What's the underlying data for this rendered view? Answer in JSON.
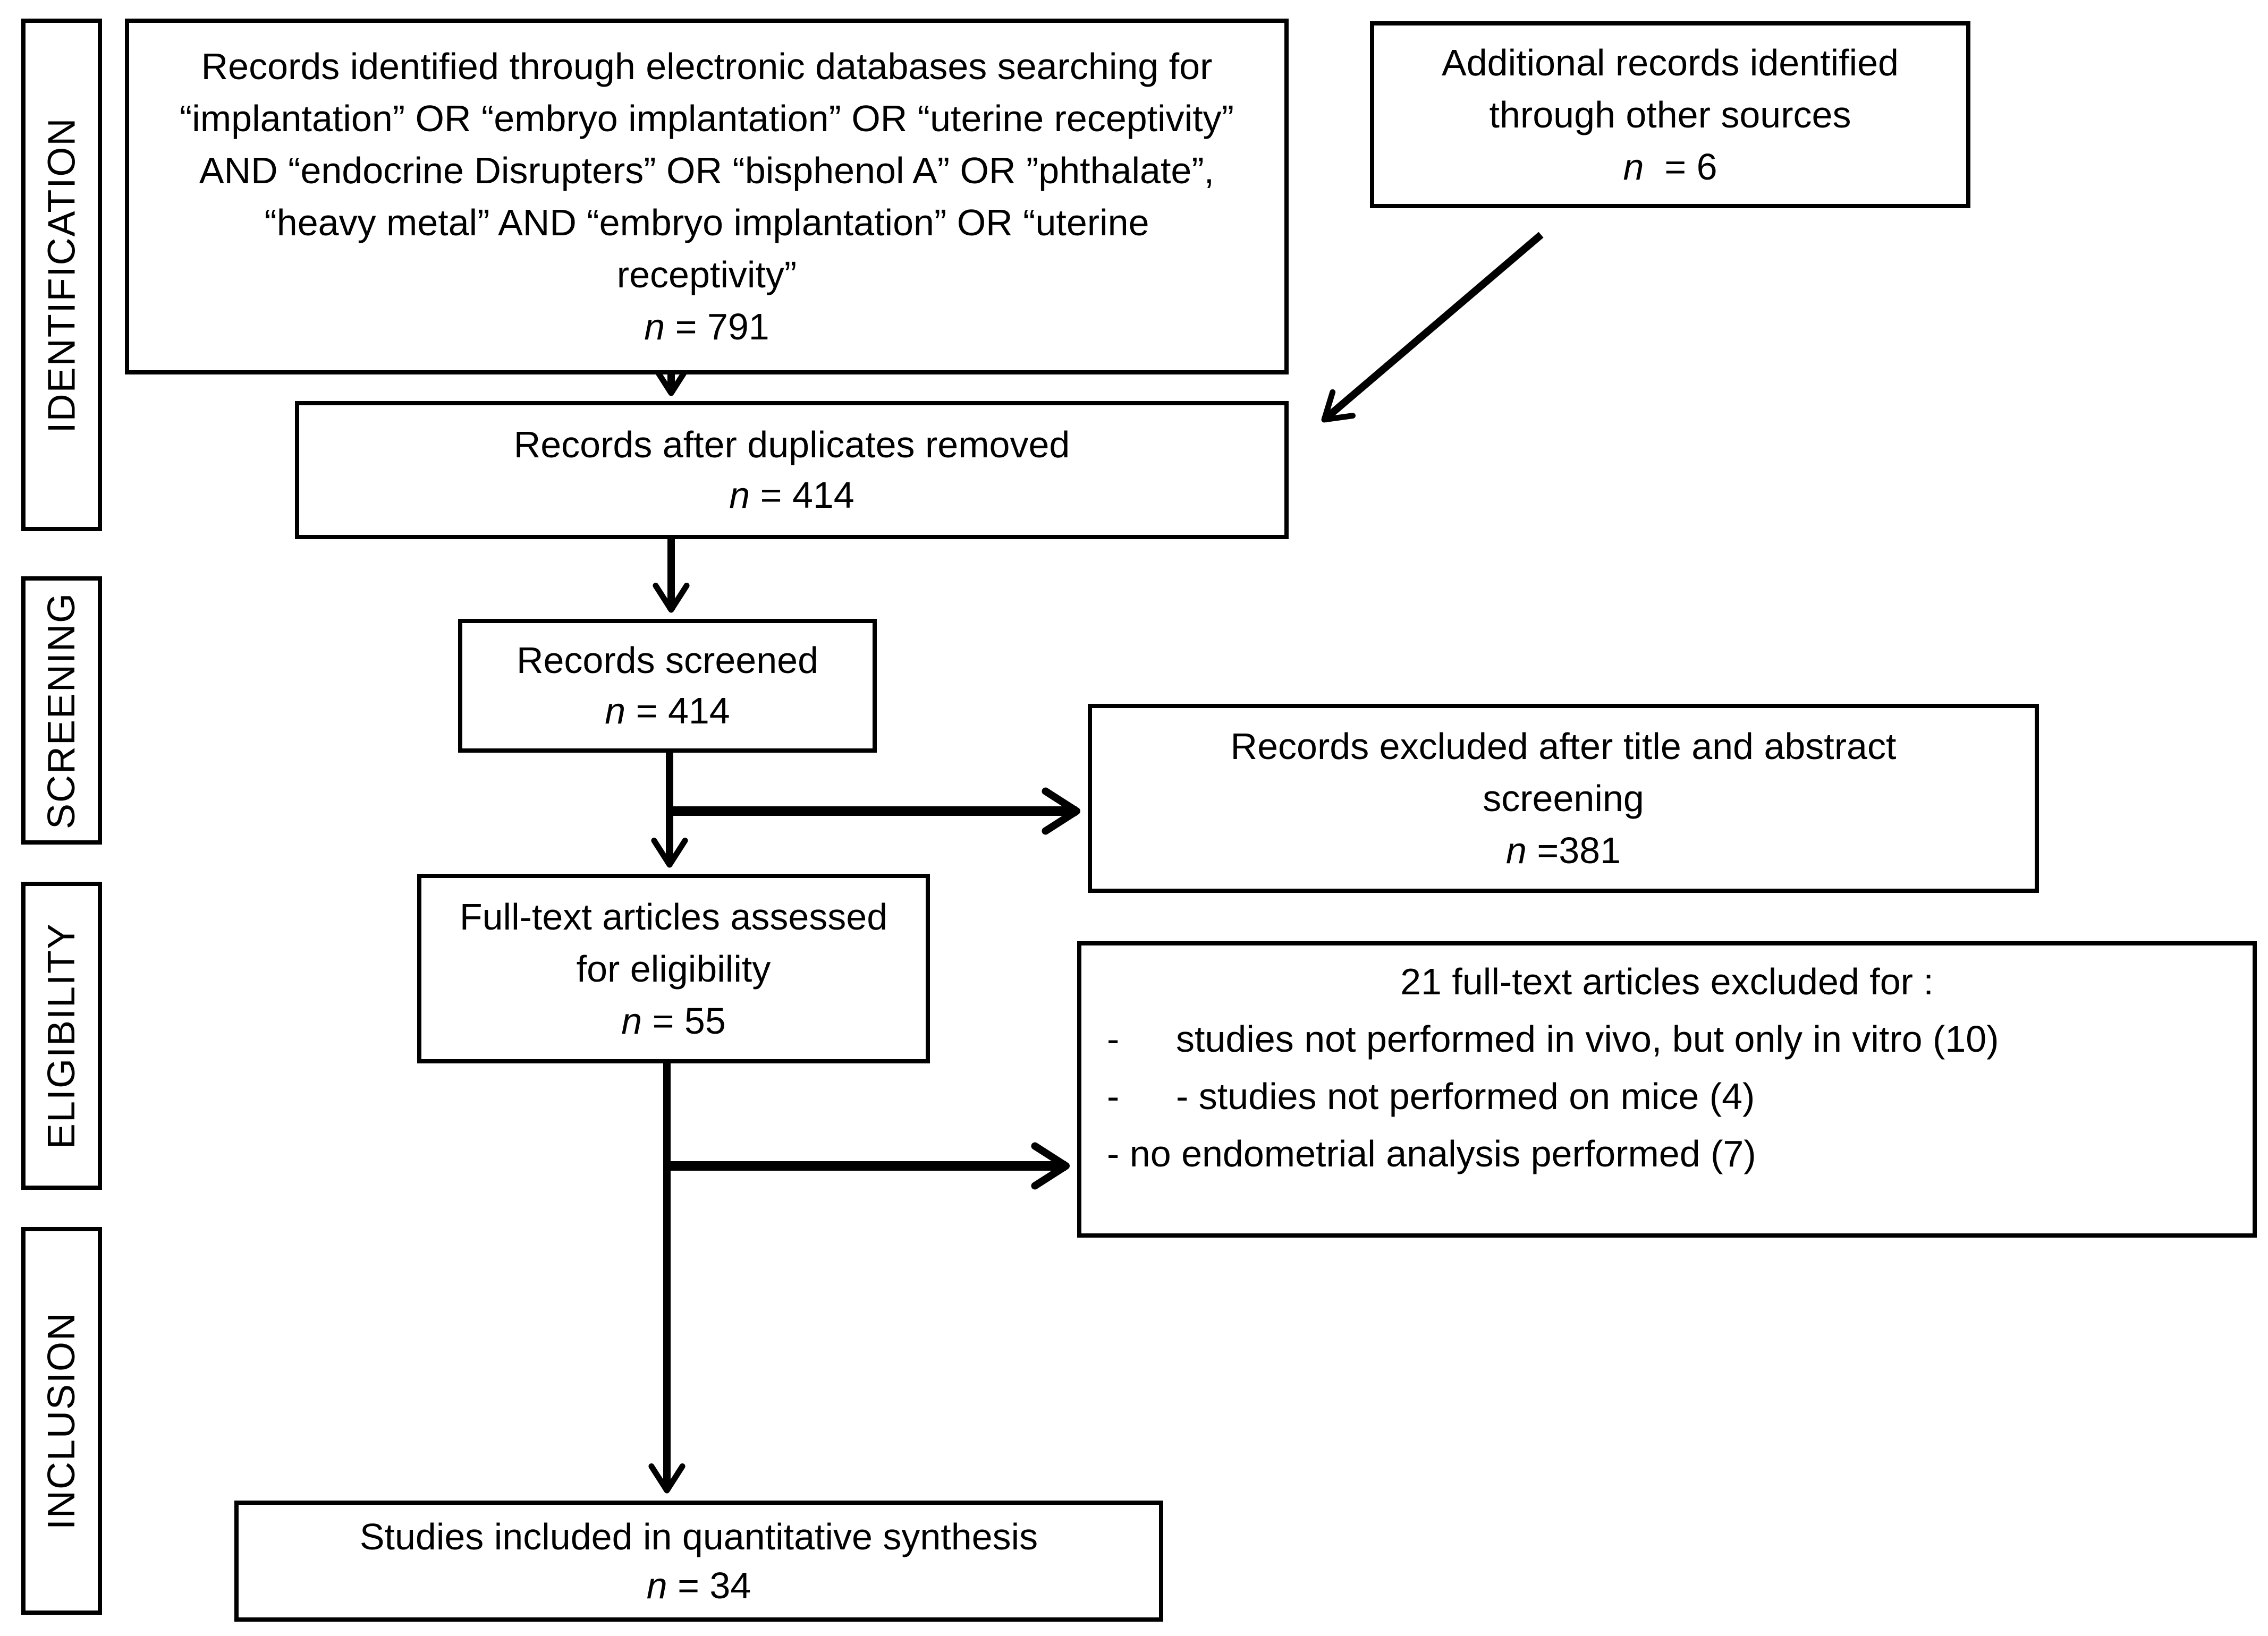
{
  "sidebar": {
    "stages": [
      {
        "label": "IDENTIFICATION"
      },
      {
        "label": "SCREENING"
      },
      {
        "label": "ELIGIBILITY"
      },
      {
        "label": "INCLUSION"
      }
    ]
  },
  "boxes": {
    "identified": {
      "text": "Records identified through electronic databases searching for “implantation” OR “embryo implantation” OR “uterine receptivity” AND “endocrine Disrupters” OR “bisphenol A” OR ”phthalate”, “heavy metal” AND “embryo implantation” OR “uterine receptivity”",
      "n_symbol": "n",
      "n_rest": " = 791"
    },
    "additional": {
      "text": "Additional records identified through other sources",
      "n_symbol": "n",
      "n_rest": "  = 6"
    },
    "duplicates": {
      "text": "Records after duplicates removed",
      "n_symbol": "n",
      "n_rest": " = 414"
    },
    "screened": {
      "text": "Records screened",
      "n_symbol": "n",
      "n_rest": " = 414"
    },
    "excluded_title_abstract": {
      "text": "Records excluded after title and abstract screening",
      "n_symbol": "n",
      "n_rest": " =381"
    },
    "fulltext": {
      "text": "Full-text articles assessed for eligibility",
      "n_symbol": "n",
      "n_rest": " = 55"
    },
    "excluded_fulltext": {
      "title": "21 full-text articles excluded for :",
      "items": [
        {
          "dash": "-",
          "text": "studies not performed in vivo, but only in vitro (10)"
        },
        {
          "dash": "-",
          "text": "- studies not performed on mice (4)"
        },
        {
          "dash": "",
          "text": "- no endometrial analysis performed (7)"
        }
      ]
    },
    "included": {
      "text": "Studies included in quantitative synthesis",
      "n_symbol": "n",
      "n_rest": " = 34"
    }
  }
}
